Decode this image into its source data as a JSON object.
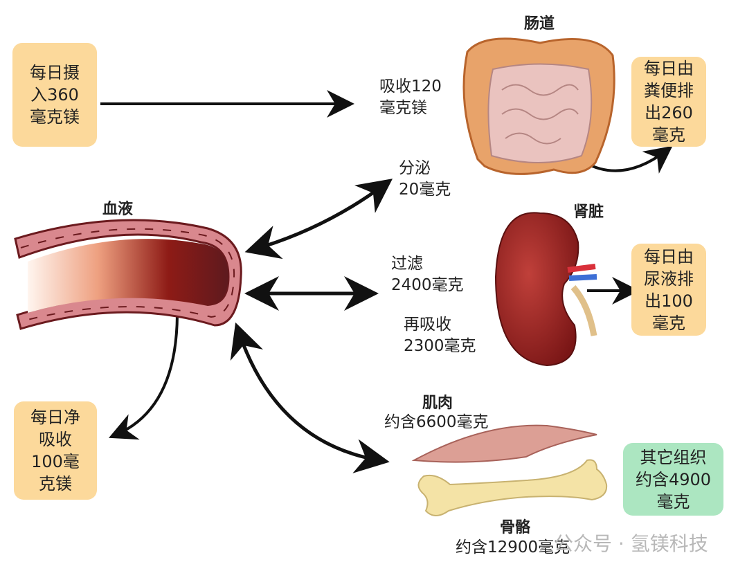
{
  "intake_box": {
    "lines": [
      "每日摄",
      "入360",
      "毫克镁"
    ]
  },
  "absorb_label": {
    "lines": [
      "吸收120",
      "毫克镁"
    ]
  },
  "intestine": {
    "title": "肠道"
  },
  "feces_box": {
    "lines": [
      "每日由",
      "粪便排",
      "出260",
      "毫克"
    ]
  },
  "secrete_label": {
    "lines": [
      "分泌",
      "20毫克"
    ]
  },
  "blood": {
    "title": "血液"
  },
  "filter_label": {
    "lines": [
      "过滤",
      "2400毫克"
    ]
  },
  "reabsorb_label": {
    "lines": [
      "再吸收",
      "2300毫克"
    ]
  },
  "kidney": {
    "title": "肾脏"
  },
  "urine_box": {
    "lines": [
      "每日由",
      "尿液排",
      "出100",
      "毫克"
    ]
  },
  "net_box": {
    "lines": [
      "每日净",
      "吸收",
      "100毫",
      "克镁"
    ]
  },
  "muscle": {
    "title": "肌肉",
    "amount": "约含6600毫克"
  },
  "bone": {
    "title": "骨骼",
    "amount": "约含12900毫克"
  },
  "other_box": {
    "lines": [
      "其它组织",
      "约含4900",
      "毫克"
    ]
  },
  "watermark": "公众号 · 氢镁科技",
  "colors": {
    "orange_box": "#fcd99b",
    "green_box": "#ace6c1",
    "blood": "#8b1a1a",
    "vessel_wall": "#d9888e"
  }
}
